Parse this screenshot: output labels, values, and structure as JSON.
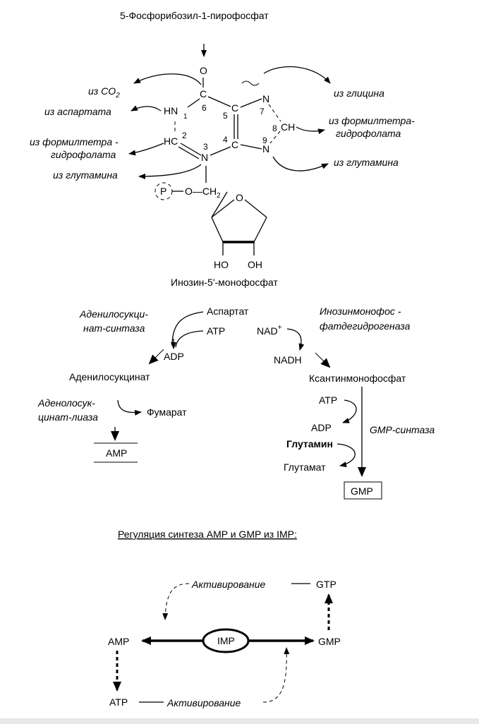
{
  "structure": {
    "title": "5-Фосфорибозил-1-пирофосфат",
    "atoms": {
      "o_top": "O",
      "c6": "C",
      "n1": "HN",
      "n1_num": "1",
      "c5": "C",
      "c4": "C",
      "n7": "N",
      "c8": "CH",
      "n9": "N",
      "c2": "HC",
      "n3": "N",
      "phosphate": "P",
      "o_ch2": "O—CH",
      "ch2_sub": "2",
      "ring_o": "O",
      "ho_left": "HO",
      "oh_right": "OH"
    },
    "numbers": {
      "n6": "6",
      "n5": "5",
      "n4": "4",
      "n2": "2",
      "n3": "3",
      "n7": "7",
      "n8": "8",
      "n9": "9"
    },
    "sources": {
      "co2_prefix": "из CO",
      "co2_sub": "2",
      "aspartate": "из аспартата",
      "formyl_left_1": "из формилтетра -",
      "formyl_left_2": "гидрофолата",
      "glutamine_left": "из глутамина",
      "glycine": "из глицина",
      "formyl_right_1": "из формилтетра-",
      "formyl_right_2": "гидрофолата",
      "glutamine_right": "из глутамина"
    },
    "product": "Инозин-5'-монофосфат"
  },
  "amp_branch": {
    "enzyme1_1": "Аденилосукци-",
    "enzyme1_2": "нат-синтаза",
    "aspartate": "Аспартат",
    "atp": "ATP",
    "adp": "ADP",
    "adenylosuccinate": "Аденилосукцинат",
    "enzyme2_1": "Аденолосук-",
    "enzyme2_2": "цинат-лиаза",
    "fumarate": "Фумарат",
    "amp": "AMP"
  },
  "gmp_branch": {
    "enzyme1_1": "Инозинмонофос -",
    "enzyme1_2": "фатдегидрогеназа",
    "nad": "NAD",
    "nad_sup": "+",
    "nadh": "NADH",
    "xmp": "Ксантинмонофосфат",
    "atp": "ATP",
    "adp": "ADP",
    "glutamine": "Глутамин",
    "glutamate": "Глутамат",
    "enzyme2": "GMP-синтаза",
    "gmp": "GMP"
  },
  "regulation": {
    "title": "Регуляция синтеза AMP и GMP из  IMP:",
    "activation_top": "Активирование",
    "gtp": "GTP",
    "amp": "AMP",
    "imp": "IMP",
    "gmp": "GMP",
    "atp": "ATP",
    "activation_bottom": "Активирование"
  }
}
